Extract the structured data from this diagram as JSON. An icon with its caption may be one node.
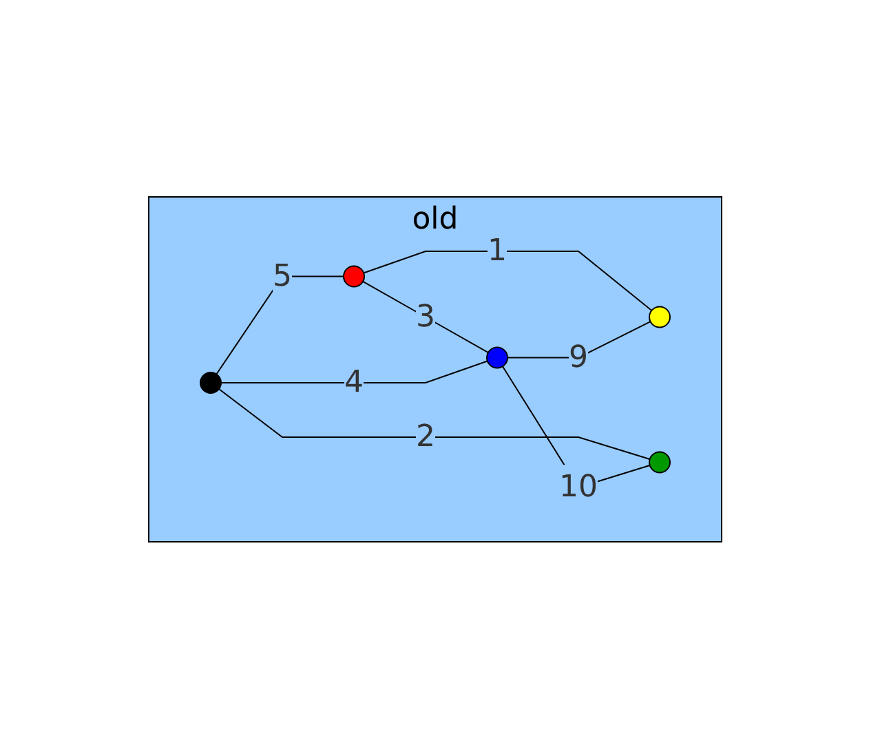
{
  "diagram": {
    "nodes": [
      {
        "text": [
          "old"
        ]
      },
      {
        "text": [],
        "shape": "circle",
        "in": 0
      },
      {
        "text": [],
        "shape": "circle",
        "in": 0
      },
      {
        "text": [],
        "shape": "circle",
        "in": 0
      },
      {
        "text": [],
        "shape": "circle",
        "in": 0
      },
      {
        "text": [],
        "shape": "circle",
        "in": 0
      }
    ],
    "edges": [
      {
        "from": 2,
        "to": 1,
        "arrow": "none",
        "label": "5"
      },
      {
        "from": 1,
        "to": 3,
        "arrow": "none",
        "label": "3"
      },
      {
        "from": 1,
        "to": 5,
        "arrow": "none",
        "label": "1"
      },
      {
        "from": 2,
        "to": 3,
        "arrow": "none",
        "label": "4"
      },
      {
        "from": 2,
        "to": 4,
        "arrow": "none",
        "label": "2"
      },
      {
        "from": 3,
        "to": 4,
        "arrow": "none",
        "label": "10"
      },
      {
        "from": 3,
        "to": 5,
        "arrow": "none",
        "label": "9"
      }
    ]
  }
}
